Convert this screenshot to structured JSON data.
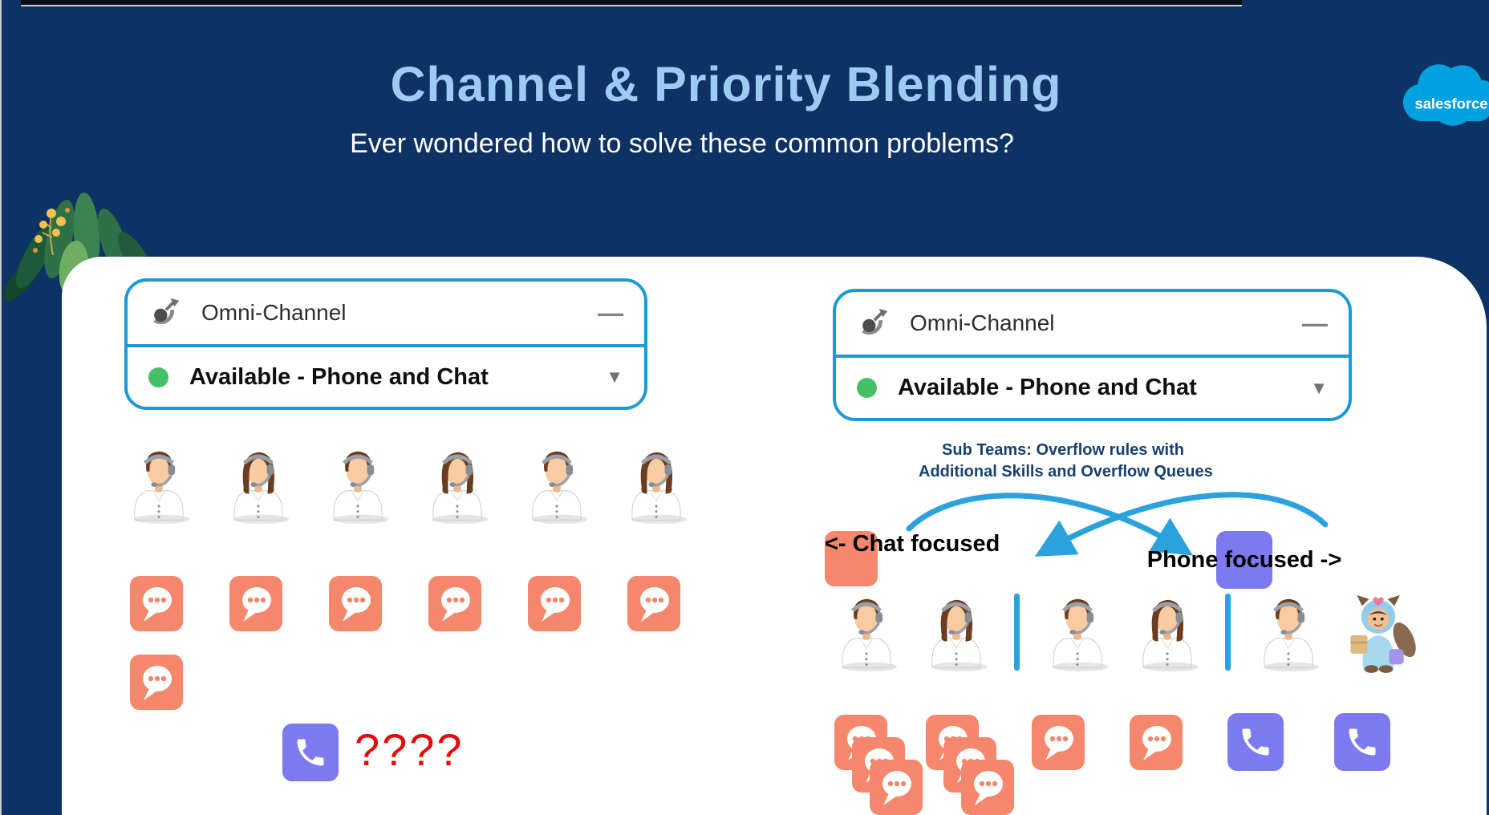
{
  "header": {
    "title": "Channel & Priority Blending",
    "subtitle": "Ever wondered how to solve these common problems?",
    "logo": "salesforce"
  },
  "widgets": {
    "left": {
      "app_title": "Omni-Channel",
      "minimize_glyph": "—",
      "status_label": "Available - Phone and Chat",
      "dropdown_glyph": "▼"
    },
    "right": {
      "app_title": "Omni-Channel",
      "minimize_glyph": "—",
      "status_label": "Available - Phone and Chat",
      "dropdown_glyph": "▼"
    }
  },
  "left_group": {
    "agents": [
      "male",
      "female",
      "male",
      "female",
      "male",
      "female"
    ],
    "chat_waiting_row1": 6,
    "chat_waiting_row2": 1,
    "phone_waiting": 1,
    "question_label": "????"
  },
  "right_group": {
    "subteams_line1": "Sub Teams: Overflow rules with",
    "subteams_line2": "Additional Skills and Overflow Queues",
    "chat_focused_label": "<- Chat focused",
    "phone_focused_label": "Phone focused ->",
    "team_layout": [
      "male",
      "female",
      "divider",
      "male",
      "female",
      "divider",
      "male",
      "astro"
    ],
    "chat_stacks": [
      3,
      3,
      1,
      1
    ],
    "phone_count": 2
  },
  "colors": {
    "background_navy": "#0d3263",
    "title_blue": "#9ecbf3",
    "widget_border_blue": "#1b9ad6",
    "arrow_blue": "#2ba2de",
    "subteams_navy": "#17406e",
    "status_green": "#45c065",
    "chat_orange": "#f4876c",
    "phone_purple": "#7d7af0",
    "question_red": "#e30b0b",
    "logo_blue": "#00a1e0"
  }
}
